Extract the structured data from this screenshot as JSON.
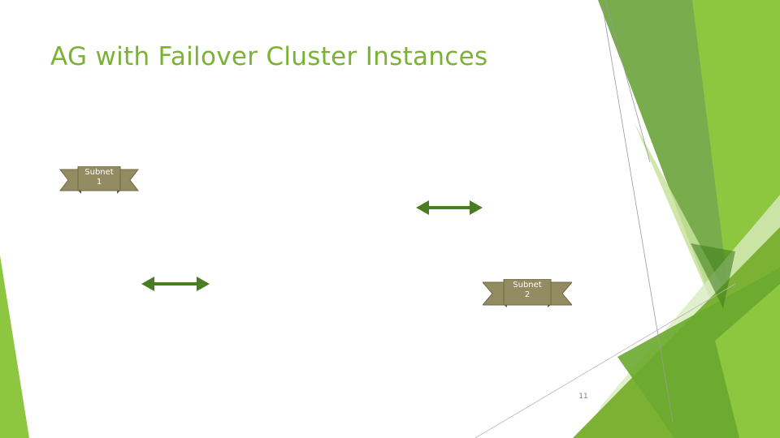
{
  "slide": {
    "title": "AG with Failover Cluster Instances",
    "page_number": "11",
    "accent_colors": [
      "#8dc63f",
      "#7cb234",
      "#5b9a2c",
      "#d5e8b8"
    ]
  },
  "diagram": {
    "banners": [
      {
        "line1": "Subnet",
        "line2": "1"
      },
      {
        "line1": "Subnet",
        "line2": "2"
      }
    ],
    "connectors": [
      {
        "type": "double-headed-arrow",
        "color": "#4a7c23"
      },
      {
        "type": "double-headed-arrow",
        "color": "#4a7c23"
      }
    ]
  }
}
